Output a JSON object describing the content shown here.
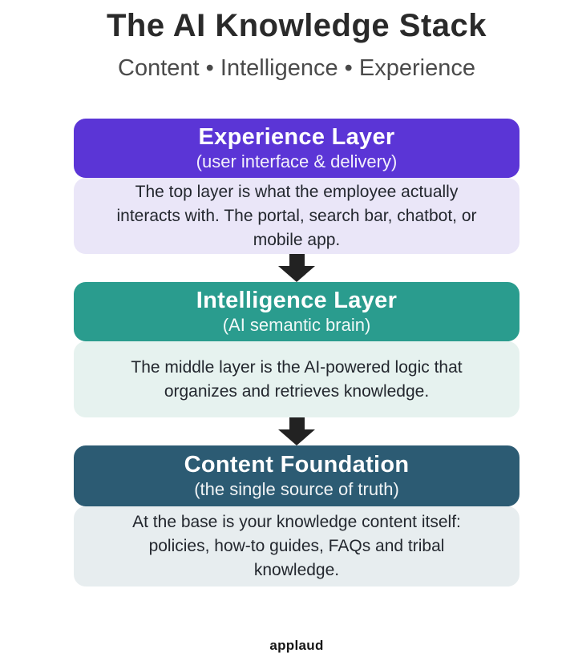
{
  "page": {
    "title": "The AI Knowledge Stack",
    "subtitle": "Content • Intelligence • Experience",
    "background_color": "#ffffff",
    "footer_logo": "applaud"
  },
  "arrow": {
    "color": "#222222"
  },
  "layers": [
    {
      "name": "Experience Layer",
      "subtitle": "(user interface & delivery)",
      "header_color": "#5b35d6",
      "body_color": "#eae6f8",
      "description_lines": [
        "The top layer is what the employee actually",
        "interacts with. The portal, search bar, chatbot, or",
        "mobile app."
      ]
    },
    {
      "name": "Intelligence Layer",
      "subtitle": "(AI semantic brain)",
      "header_color": "#2a9c8e",
      "body_color": "#e6f2ef",
      "description_lines": [
        "The middle layer is the AI-powered logic that",
        "organizes and retrieves knowledge."
      ]
    },
    {
      "name": "Content Foundation",
      "subtitle": "(the single source of truth)",
      "header_color": "#2c5b73",
      "body_color": "#e7edef",
      "description_lines": [
        "At the base is your knowledge content itself:",
        "policies, how-to guides, FAQs and tribal",
        "knowledge."
      ]
    }
  ]
}
